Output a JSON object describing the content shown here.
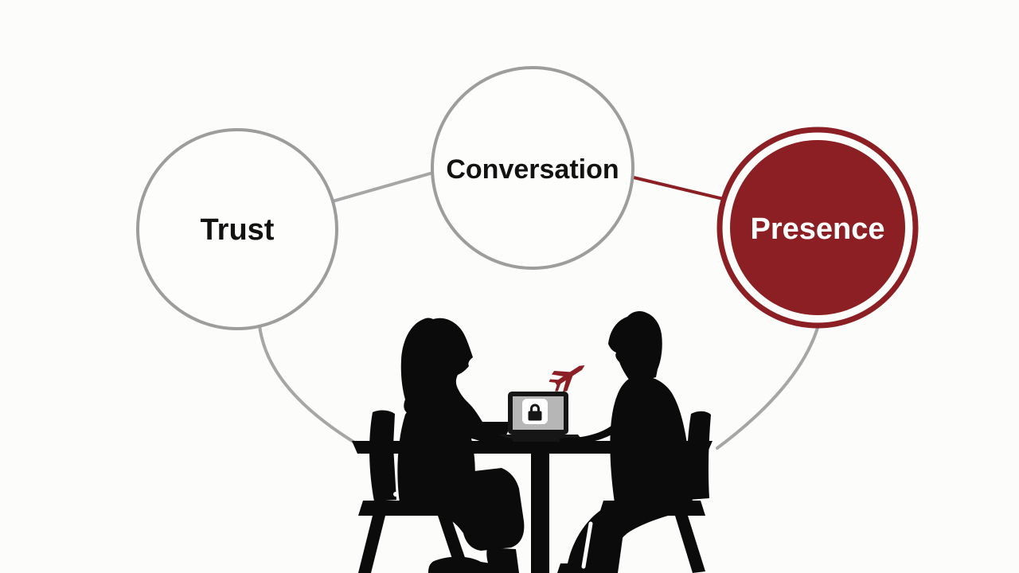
{
  "nodes": [
    {
      "id": "trust",
      "label": "Trust",
      "style": "outline"
    },
    {
      "id": "conversation",
      "label": "Conversation",
      "style": "outline"
    },
    {
      "id": "presence",
      "label": "Presence",
      "style": "filled-accent"
    }
  ],
  "colors": {
    "background": "#fcfcfa",
    "node_fill": "#fdfdfc",
    "node_border": "#9d9d9d",
    "connector": "#a6a6a6",
    "accent": "#8b1f24",
    "silhouette": "#0b0b0b",
    "node_text": "#121212",
    "accent_node_text": "#ffffff",
    "laptop_screen": "#b6b6b6",
    "laptop_dark": "#161616"
  },
  "icons": {
    "airplane": "red airplane silhouette",
    "padlock": "padlock on laptop screen",
    "coffee_cup": "coffee cup silhouette"
  },
  "scene": {
    "description": "Two silhouetted people seated on chairs facing each other at a pedestal table with a laptop showing a padlock, a coffee cup, and a small red airplane above the laptop"
  }
}
